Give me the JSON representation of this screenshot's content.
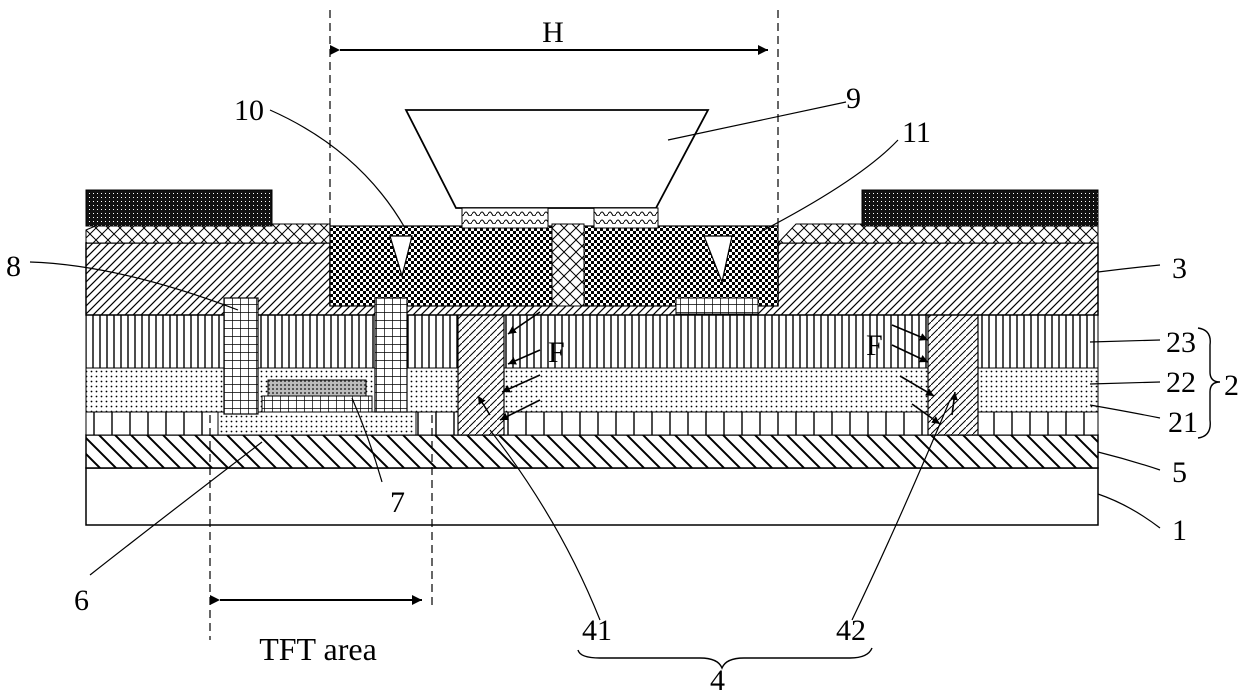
{
  "figure": {
    "dimension_label": "H",
    "caption_tft": "TFT area",
    "labels": {
      "l1": "1",
      "l2": "2",
      "l3": "3",
      "l4": "4",
      "l5": "5",
      "l6": "6",
      "l7": "7",
      "l8": "8",
      "l9": "9",
      "l10": "10",
      "l11": "11",
      "l21": "21",
      "l22": "22",
      "l23": "23",
      "l41": "41",
      "l42": "42"
    },
    "force_label_left": "F",
    "force_label_right": "F"
  }
}
